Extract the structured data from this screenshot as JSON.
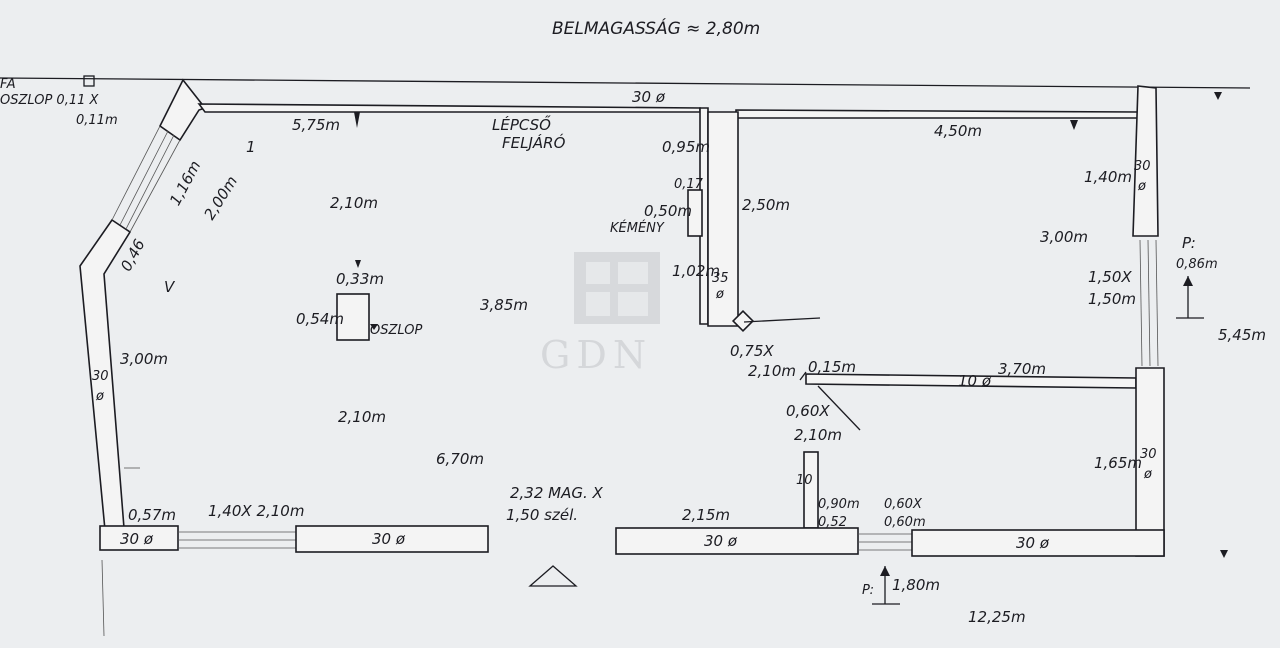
{
  "title": "BELMAGASSÁG ≈ 2,80m",
  "column_note": {
    "l1": "FA",
    "l2": "OSZLOP 0,11 X",
    "l3": "0,11m"
  },
  "stairs": {
    "l1": "LÉPCSŐ",
    "l2": "FELJÁRÓ"
  },
  "chimney": "KÉMÉNY",
  "pillar": "OSZLOP",
  "watermark": "GDN",
  "walls": {
    "w30": "30 ø",
    "w30_stack": "30",
    "phi": "ø",
    "w35": "35",
    "w10": "10 ø",
    "w10_stack": "10"
  },
  "dims": {
    "d575": "5,75m",
    "d450": "4,50m",
    "d095": "0,95m",
    "d017": "0,17",
    "d050": "0,50m",
    "d250": "2,50m",
    "d102": "1,02m",
    "d140": "1,40m",
    "d300r": "3,00m",
    "d150x": "1,50X",
    "d150": "1,50m",
    "d086": "0,86m",
    "d545": "5,45m",
    "d116": "1,16m",
    "d200": "2,00m",
    "d046": "0,46",
    "d210a": "2,10m",
    "d033": "0,33m",
    "d054": "0,54m",
    "d385": "3,85m",
    "d300l": "3,00m",
    "d075x": "0,75X",
    "d210b": "2,10m",
    "d015": "0,15m",
    "d370": "3,70m",
    "d060x": "0,60X",
    "d210c": "2,10m",
    "d210d": "2,10m",
    "d670": "6,70m",
    "d165": "1,65m",
    "d232": "2,32 MAG. X",
    "d150sz": "1,50 szél.",
    "d057": "0,57m",
    "d140x210": "1,40X 2,10m",
    "d215": "2,15m",
    "d090x": "0,90m",
    "d052": "0,52",
    "d060x2": "0,60X",
    "d060": "0,60m",
    "d180": "1,80m",
    "d1225": "12,25m"
  },
  "markers": {
    "p": "P:",
    "one": "1",
    "v": "V"
  }
}
